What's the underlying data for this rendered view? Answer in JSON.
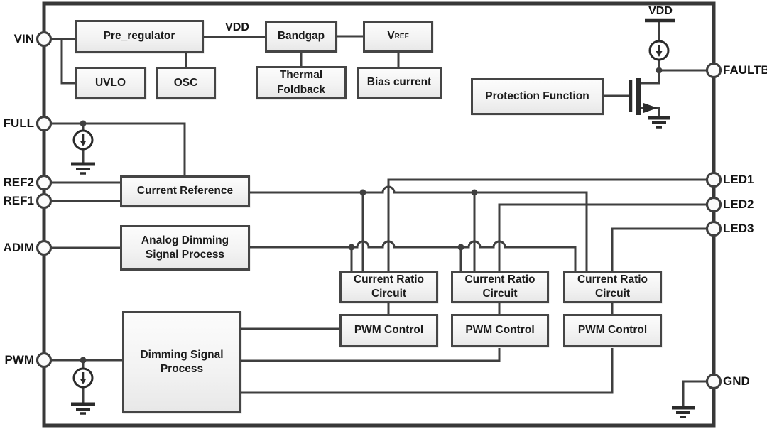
{
  "diagram": {
    "type": "ic-functional-block-diagram",
    "pins_left": [
      {
        "label": "VIN"
      },
      {
        "label": "FULL"
      },
      {
        "label": "REF2"
      },
      {
        "label": "REF1"
      },
      {
        "label": "ADIM"
      },
      {
        "label": "PWM"
      }
    ],
    "pins_right": [
      {
        "label": "FAULTB"
      },
      {
        "label": "LED1"
      },
      {
        "label": "LED2"
      },
      {
        "label": "LED3"
      },
      {
        "label": "GND"
      }
    ],
    "power_labels": {
      "vdd_internal": "VDD",
      "vdd_rail": "VDD"
    },
    "blocks": {
      "pre_regulator": "Pre_regulator",
      "uvlo": "UVLO",
      "osc": "OSC",
      "bandgap": "Bandgap",
      "thermal_foldback": "Thermal Foldback",
      "vref_main": "V",
      "vref_sub": "REF",
      "bias_current": "Bias current",
      "protection_function": "Protection Function",
      "current_reference": "Current Reference",
      "analog_dimming": "Analog Dimming Signal Process",
      "dimming_signal": "Dimming Signal Process",
      "current_ratio_1": "Current Ratio Circuit",
      "current_ratio_2": "Current Ratio Circuit",
      "current_ratio_3": "Current Ratio Circuit",
      "pwm_control_1": "PWM Control",
      "pwm_control_2": "PWM Control",
      "pwm_control_3": "PWM Control"
    },
    "colors": {
      "line": "#3f3f3f",
      "border": "#383838",
      "block_fill": "#f2f2f2",
      "background": "#ffffff"
    }
  }
}
